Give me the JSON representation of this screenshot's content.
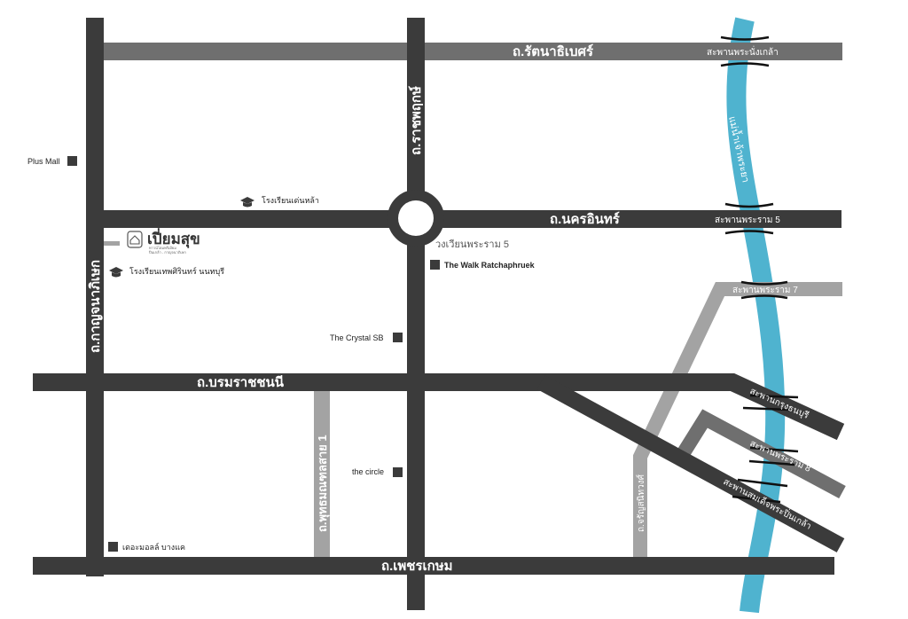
{
  "colors": {
    "road_main": "#3b3b3b",
    "road_secondary": "#6f6f6f",
    "road_minor": "#a3a3a3",
    "river": "#4fb3cf",
    "poi": "#3b3b3b",
    "background": "#ffffff"
  },
  "roads": {
    "rattanathibet": "ถ.รัตนาธิเบศร์",
    "ratchaphruek": "ถ.ราชพฤกษ์",
    "nakhon_in": "ถ.นครอินทร์",
    "kanchanaphisek": "ถ.กาญจนาภิเษก",
    "borommaratchachonnani": "ถ.บรมราชชนนี",
    "phutthamonthon_sai_1": "ถ.พุทธมณฑลสาย 1",
    "charansanitwong": "ถ.จรัญสนิทวงศ์",
    "phetkasem": "ถ.เพชรเกษม"
  },
  "bridges": {
    "phra_nang_klao": "สะพานพระนั่งเกล้า",
    "rama5": "สะพานพระราม 5",
    "rama7": "สะพานพระราม 7",
    "krung_thon": "สะพานกรุงธนบุรี",
    "rama8": "สะพานพระราม 8",
    "somdet_pinklao": "สะพานสมเด็จพระปิ่นเกล้า"
  },
  "river": {
    "label": "แม่น้ำเจ้าพระยา"
  },
  "roundabout": {
    "label": "วงเวียนพระราม 5"
  },
  "brand": {
    "name": "เปี่ยมสุข",
    "tagline_1": "ทาวน์โฮมพรีเมียม",
    "tagline_2": "ปิ่นเกล้า - กาญจนาภิเษก",
    "icon": "house-logo-icon"
  },
  "pois": {
    "plus_mall": "Plus Mall",
    "school_top": "โรงเรียนเด่นหล้า",
    "school_left": "โรงเรียนเทพศิรินทร์ นนทบุรี",
    "walk": "The Walk Ratchaphruek",
    "crystal": "The Crystal SB",
    "circle": "the circle",
    "mall_bangkae": "เดอะมอลล์ บางแค",
    "school_icon": "graduation-cap-icon",
    "square_icon": "square-marker-icon"
  }
}
